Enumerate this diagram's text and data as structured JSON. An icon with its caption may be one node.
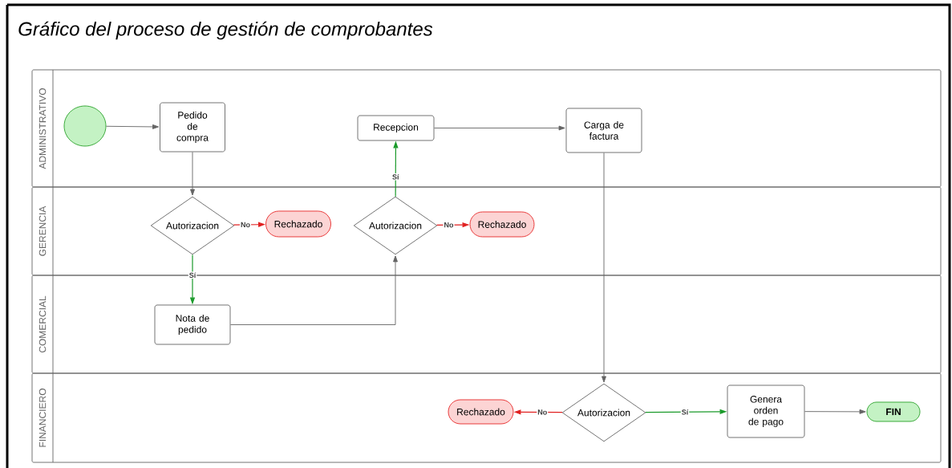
{
  "diagram": {
    "title": "Gráfico del proceso de gestión de comprobantes",
    "nodes": [
      {
        "text": [
          "ADMINISTRATIVO"
        ]
      },
      {
        "text": [
          "GERENCIA"
        ]
      },
      {
        "text": [
          "COMERCIAL"
        ]
      },
      {
        "text": [
          "FINANCIERO"
        ]
      },
      {
        "text": [],
        "shape": "circle",
        "in": 0
      },
      {
        "text": [
          "Pedido de compra"
        ],
        "in": 0
      },
      {
        "text": [
          "Recepcion"
        ],
        "in": 0
      },
      {
        "text": [
          "Carga de factura"
        ],
        "in": 0
      },
      {
        "text": [
          "Autorizacion"
        ],
        "in": 1
      },
      {
        "text": [
          "Rechazado"
        ],
        "in": 1
      },
      {
        "text": [
          "Autorizacion"
        ],
        "in": 1
      },
      {
        "text": [
          "Rechazado"
        ],
        "in": 1
      },
      {
        "text": [
          "Nota de pedido"
        ],
        "in": 2
      },
      {
        "text": [
          "Rechazado"
        ],
        "in": 3
      },
      {
        "text": [
          "Autorizacion"
        ],
        "in": 3
      },
      {
        "text": [
          "Genera orden de pago"
        ],
        "in": 3
      },
      {
        "text": [
          "FIN"
        ],
        "in": 3
      }
    ],
    "edges": [
      {
        "from": 4,
        "to": 5,
        "arrow": "to"
      },
      {
        "from": 5,
        "to": 8,
        "arrow": "to"
      },
      {
        "from": 8,
        "to": 9,
        "arrow": "to",
        "label": "No",
        "color": "#e02020"
      },
      {
        "from": 8,
        "to": 12,
        "arrow": "to",
        "label": "Sí",
        "color": "#1a9a2a"
      },
      {
        "from": 12,
        "to": 10,
        "arrow": "to"
      },
      {
        "from": 10,
        "to": 11,
        "arrow": "to",
        "label": "No",
        "color": "#e02020"
      },
      {
        "from": 10,
        "to": 6,
        "arrow": "to",
        "label": "Sí",
        "color": "#1a9a2a"
      },
      {
        "from": 6,
        "to": 7,
        "arrow": "to"
      },
      {
        "from": 7,
        "to": 14,
        "arrow": "to"
      },
      {
        "from": 14,
        "to": 13,
        "arrow": "to",
        "label": "No",
        "color": "#e02020"
      },
      {
        "from": 14,
        "to": 15,
        "arrow": "to",
        "label": "Sí",
        "color": "#1a9a2a"
      },
      {
        "from": 15,
        "to": 16,
        "arrow": "to"
      }
    ]
  }
}
